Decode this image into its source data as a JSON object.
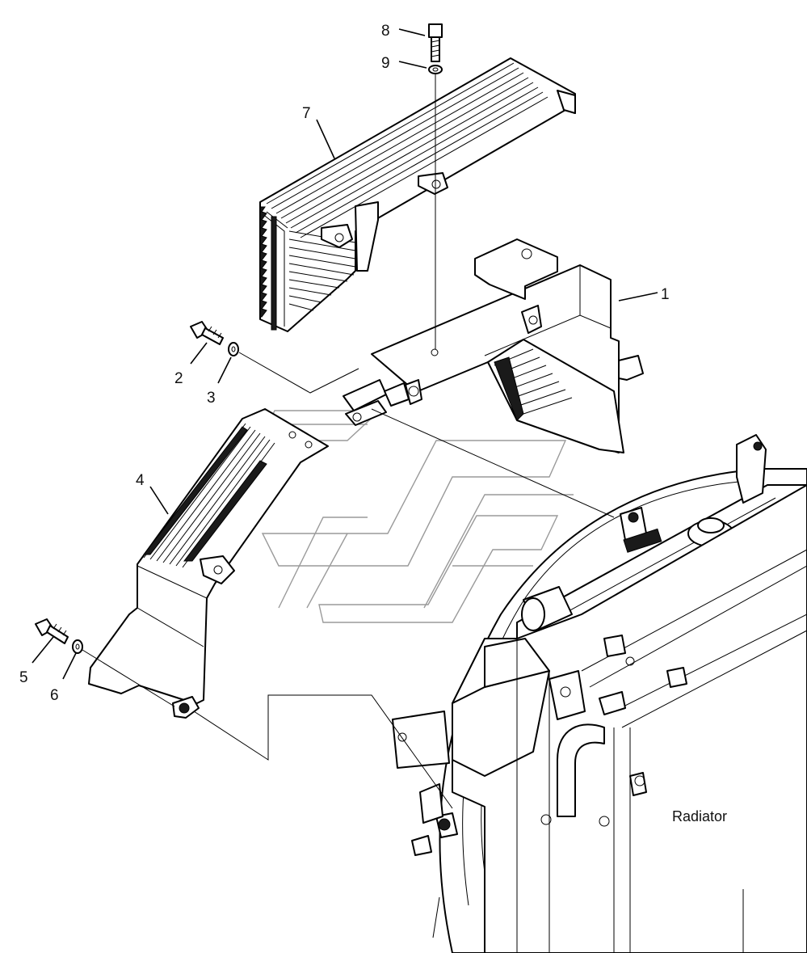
{
  "diagram": {
    "caption": "Radiator",
    "callouts": [
      {
        "id": "c1",
        "label": "1"
      },
      {
        "id": "c2",
        "label": "2"
      },
      {
        "id": "c3",
        "label": "3"
      },
      {
        "id": "c4",
        "label": "4"
      },
      {
        "id": "c5",
        "label": "5"
      },
      {
        "id": "c6",
        "label": "6"
      },
      {
        "id": "c7",
        "label": "7"
      },
      {
        "id": "c8",
        "label": "8"
      },
      {
        "id": "c9",
        "label": "9"
      }
    ]
  }
}
